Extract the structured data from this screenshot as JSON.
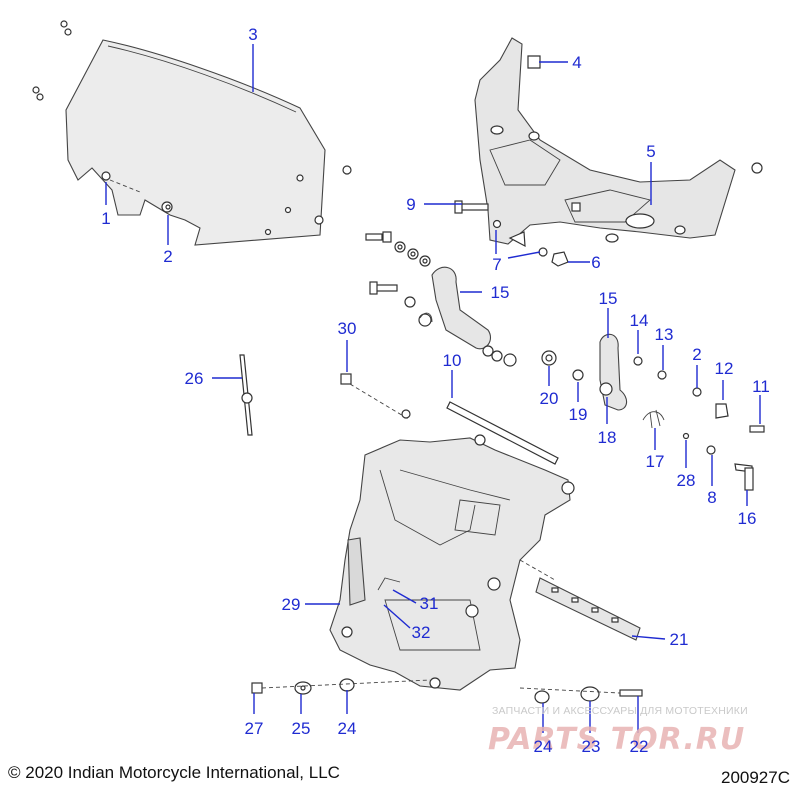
{
  "labels": [
    {
      "id": "p1",
      "text": "1"
    },
    {
      "id": "p2a",
      "text": "2"
    },
    {
      "id": "p3",
      "text": "3"
    },
    {
      "id": "p4",
      "text": "4"
    },
    {
      "id": "p5",
      "text": "5"
    },
    {
      "id": "p6",
      "text": "6"
    },
    {
      "id": "p7",
      "text": "7"
    },
    {
      "id": "p9",
      "text": "9"
    },
    {
      "id": "p15a",
      "text": "15"
    },
    {
      "id": "p15b",
      "text": "15"
    },
    {
      "id": "p14",
      "text": "14"
    },
    {
      "id": "p13",
      "text": "13"
    },
    {
      "id": "p2b",
      "text": "2"
    },
    {
      "id": "p12",
      "text": "12"
    },
    {
      "id": "p11",
      "text": "11"
    },
    {
      "id": "p30",
      "text": "30"
    },
    {
      "id": "p10",
      "text": "10"
    },
    {
      "id": "p20",
      "text": "20"
    },
    {
      "id": "p19",
      "text": "19"
    },
    {
      "id": "p18",
      "text": "18"
    },
    {
      "id": "p17",
      "text": "17"
    },
    {
      "id": "p28",
      "text": "28"
    },
    {
      "id": "p8",
      "text": "8"
    },
    {
      "id": "p16",
      "text": "16"
    },
    {
      "id": "p26",
      "text": "26"
    },
    {
      "id": "p29",
      "text": "29"
    },
    {
      "id": "p31",
      "text": "31"
    },
    {
      "id": "p32",
      "text": "32"
    },
    {
      "id": "p21",
      "text": "21"
    },
    {
      "id": "p27",
      "text": "27"
    },
    {
      "id": "p25",
      "text": "25"
    },
    {
      "id": "p24a",
      "text": "24"
    },
    {
      "id": "p24b",
      "text": "24"
    },
    {
      "id": "p23",
      "text": "23"
    },
    {
      "id": "p22",
      "text": "22"
    }
  ],
  "footer": {
    "copyright": "© 2020 Indian Motorcycle International, LLC",
    "diagram_code": "200927C"
  },
  "watermark": {
    "brand": "PARTS TOR.RU",
    "tagline": "ЗАПЧАСТИ И АКСЕССУАРЫ ДЛЯ МОТОТЕХНИКИ"
  }
}
